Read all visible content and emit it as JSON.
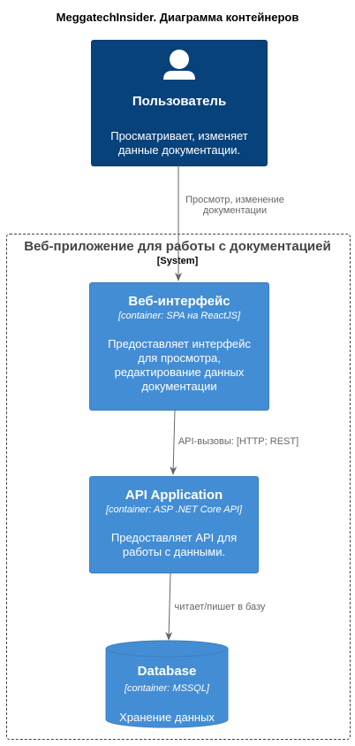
{
  "title": "MeggatechInsider. Диаграмма контейнеров",
  "person": {
    "name": "Пользователь",
    "desc_line1": "Просматривает, изменяет",
    "desc_line2": "данные документации."
  },
  "rel_user_web": {
    "line1": "Просмотр, изменение",
    "line2": "документации"
  },
  "boundary": {
    "title": "Веб-приложение для работы с документацией",
    "type": "[System]"
  },
  "webui": {
    "name": "Веб-интерфейс",
    "type": "[container: SPA на ReactJS]",
    "desc_line1": "Предоставляет интерфейс",
    "desc_line2": "для просмотра,",
    "desc_line3": "редактирование данных",
    "desc_line4": "документации"
  },
  "rel_web_api": {
    "label": "API-вызовы: [HTTP; REST]"
  },
  "api": {
    "name": "API Application",
    "type": "[container: ASP .NET Core API]",
    "desc_line1": "Предоставляет API для",
    "desc_line2": "работы с данными."
  },
  "rel_api_db": {
    "label": "читает/пишет в базу"
  },
  "database": {
    "name": "Database",
    "type": "[container: MSSQL]",
    "desc": "Хранение данных"
  },
  "colors": {
    "person": "#08427b",
    "container": "#438dd5",
    "arrow": "#666666",
    "boundary": "#444444"
  }
}
